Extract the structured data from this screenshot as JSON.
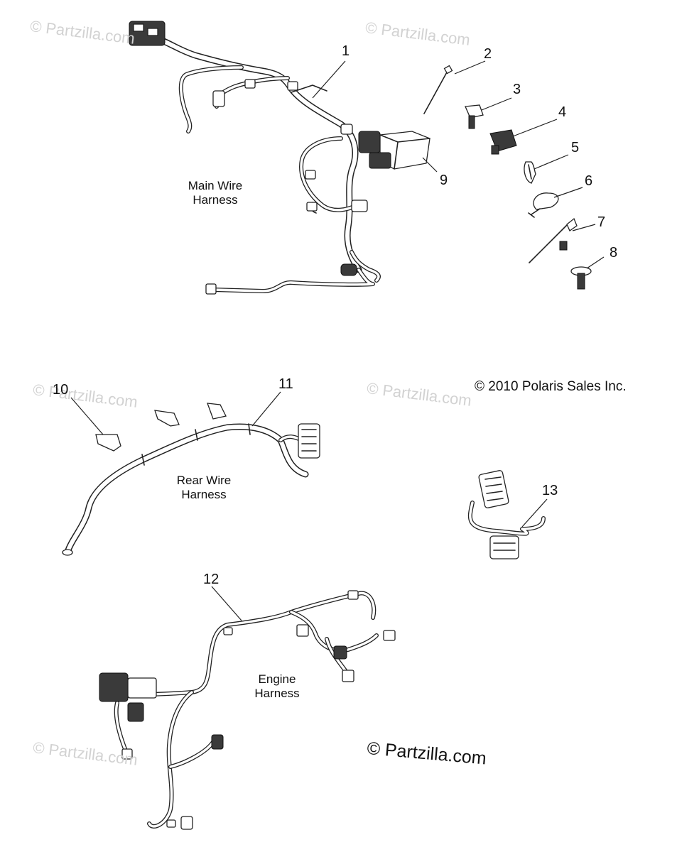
{
  "diagram": {
    "callouts": [
      {
        "id": "1",
        "text": "1"
      },
      {
        "id": "2",
        "text": "2"
      },
      {
        "id": "3",
        "text": "3"
      },
      {
        "id": "4",
        "text": "4"
      },
      {
        "id": "5",
        "text": "5"
      },
      {
        "id": "6",
        "text": "6"
      },
      {
        "id": "7",
        "text": "7"
      },
      {
        "id": "8",
        "text": "8"
      },
      {
        "id": "9",
        "text": "9"
      },
      {
        "id": "10",
        "text": "10"
      },
      {
        "id": "11",
        "text": "11"
      },
      {
        "id": "12",
        "text": "12"
      },
      {
        "id": "13",
        "text": "13"
      }
    ],
    "labels": {
      "main_line1": "Main Wire",
      "main_line2": "Harness",
      "rear_line1": "Rear Wire",
      "rear_line2": "Harness",
      "engine_line1": "Engine",
      "engine_line2": "Harness"
    },
    "copyright": "© 2010 Polaris Sales Inc.",
    "watermark": "© Partzilla.com",
    "watermark_main": "© Partzilla.com",
    "colors": {
      "line": "#222222",
      "watermark": "#d2d2d2",
      "background": "#ffffff"
    }
  }
}
